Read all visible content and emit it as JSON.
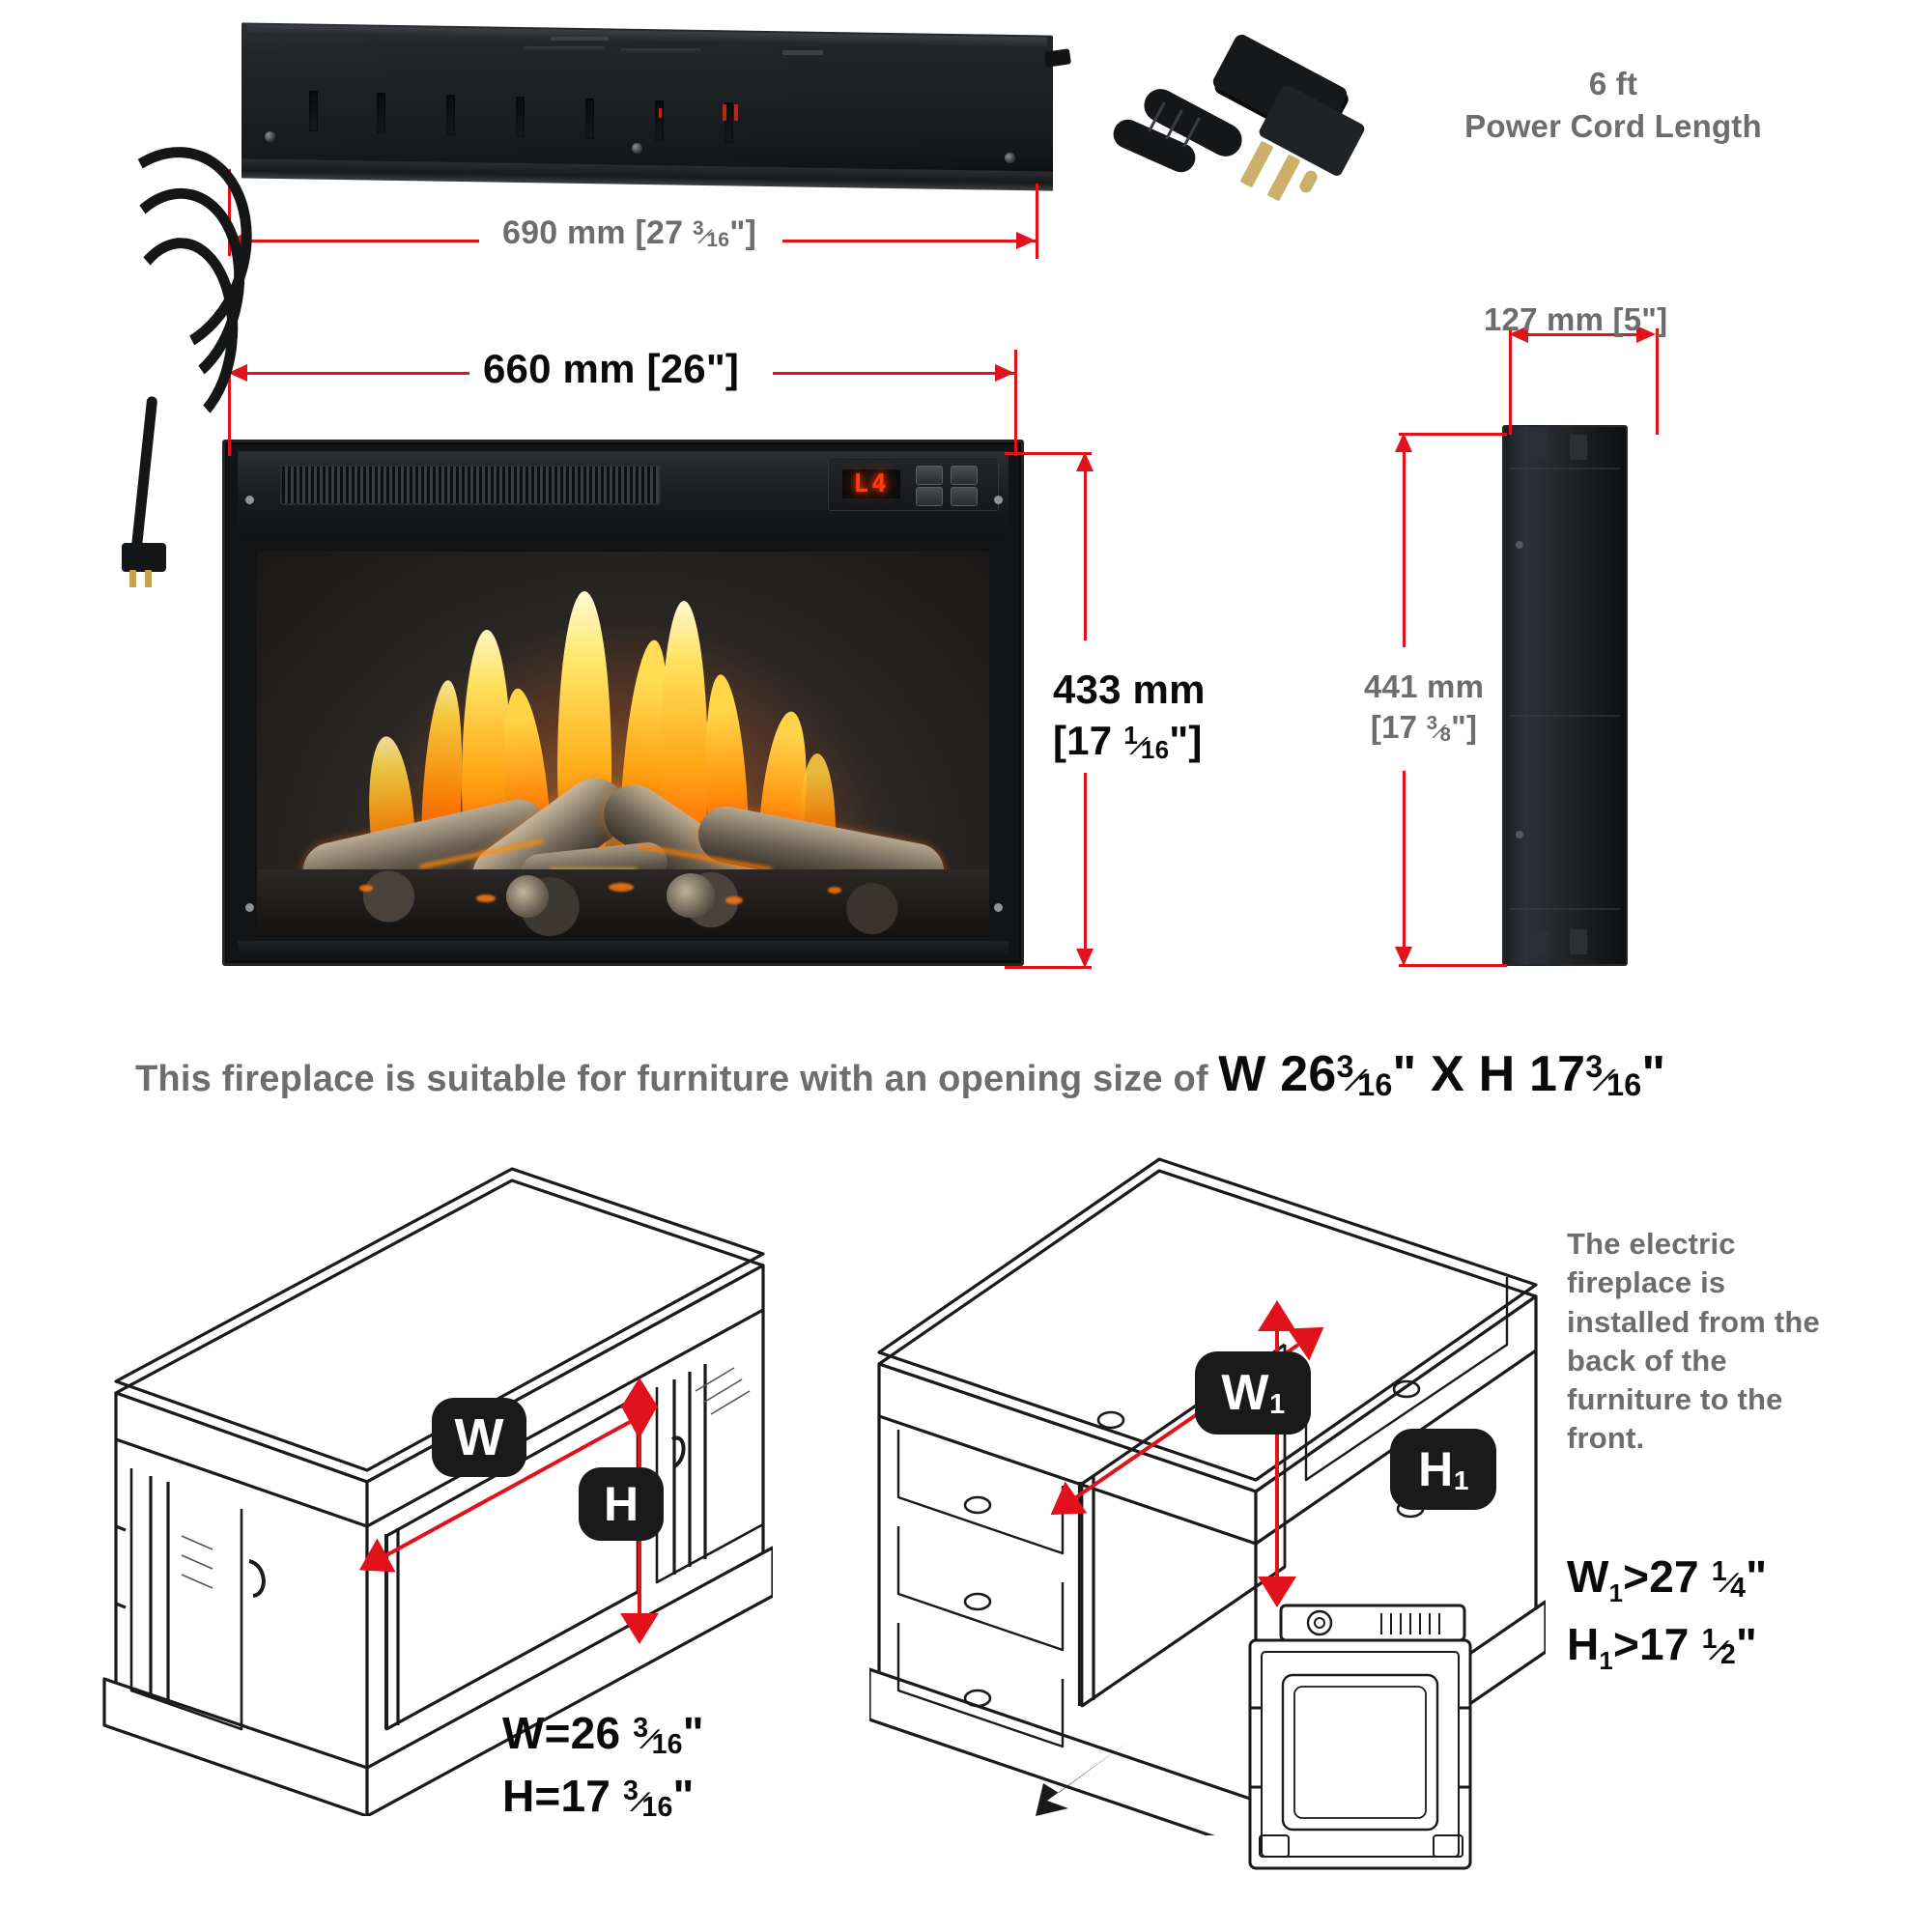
{
  "product": {
    "name": "electric-fireplace-insert",
    "led_display": "L4"
  },
  "colors": {
    "dimension_red": "#e1121b",
    "label_gray": "#6d6d6d",
    "label_black": "#0a0a0a",
    "badge_black": "#1a1a1a"
  },
  "top_view": {
    "label_name": "rear-top-view",
    "width_mm": "690 mm",
    "width_in_whole": "27",
    "width_in_num": "3",
    "width_in_den": "16",
    "width_full": "690 mm [27 3/16\"]"
  },
  "power_cord": {
    "length": "6 ft",
    "caption": "Power Cord Length"
  },
  "front_view": {
    "label_name": "front-view",
    "width_mm": "660 mm",
    "width_in": "[26\"]",
    "width_full": "660 mm [26\"]",
    "height_mm": "433 mm",
    "height_in_open": "[17",
    "height_in_num": "1",
    "height_in_den": "16",
    "height_in_close": "\"]",
    "height_full": "433 mm [17 1/16\"]",
    "display_value": "L4"
  },
  "side_view": {
    "label_name": "side-view",
    "depth_mm": "127 mm",
    "depth_in": "[5\"]",
    "depth_full": "127 mm [5\"]",
    "height_mm": "441 mm",
    "height_in_open": "[17",
    "height_in_num": "3",
    "height_in_den": "8",
    "height_in_close": "\"]",
    "height_full": "441 mm [17 3/8\"]"
  },
  "suitability": {
    "lead_text": "This fireplace is suitable for furniture with an opening size of",
    "emphasis_w_prefix": "W 26",
    "emphasis_w_num": "3",
    "emphasis_w_den": "16",
    "emphasis_mid": "\" X H 17",
    "emphasis_h_num": "3",
    "emphasis_h_den": "16",
    "emphasis_suffix": "\"",
    "emphasis_full": "W 26 3/16\" X H 17 3/16\""
  },
  "furniture_left": {
    "name": "front-opening-furniture",
    "badge_w": "W",
    "badge_h": "H",
    "spec_w_prefix": "W=26",
    "spec_w_num": "3",
    "spec_w_den": "16",
    "spec_w_suffix": "\"",
    "spec_h_prefix": "H=17",
    "spec_h_num": "3",
    "spec_h_den": "16",
    "spec_h_suffix": "\"",
    "spec_w_full": "W=26 3/16\"",
    "spec_h_full": "H=17 3/16\""
  },
  "furniture_right": {
    "name": "rear-install-furniture",
    "badge_w": "W",
    "badge_w_sub": "1",
    "badge_h": "H",
    "badge_h_sub": "1",
    "note": "The electric fireplace is installed from the back of the furniture to the front.",
    "spec_w_prefix": "W",
    "spec_w_sub": "1",
    "spec_w_mid": ">27",
    "spec_w_num": "1",
    "spec_w_den": "4",
    "spec_w_suffix": "\"",
    "spec_h_prefix": "H",
    "spec_h_sub": "1",
    "spec_h_mid": ">17",
    "spec_h_num": "1",
    "spec_h_den": "2",
    "spec_h_suffix": "\"",
    "spec_w_full": "W1>27 1/4\"",
    "spec_h_full": "H1>17 1/2\""
  }
}
